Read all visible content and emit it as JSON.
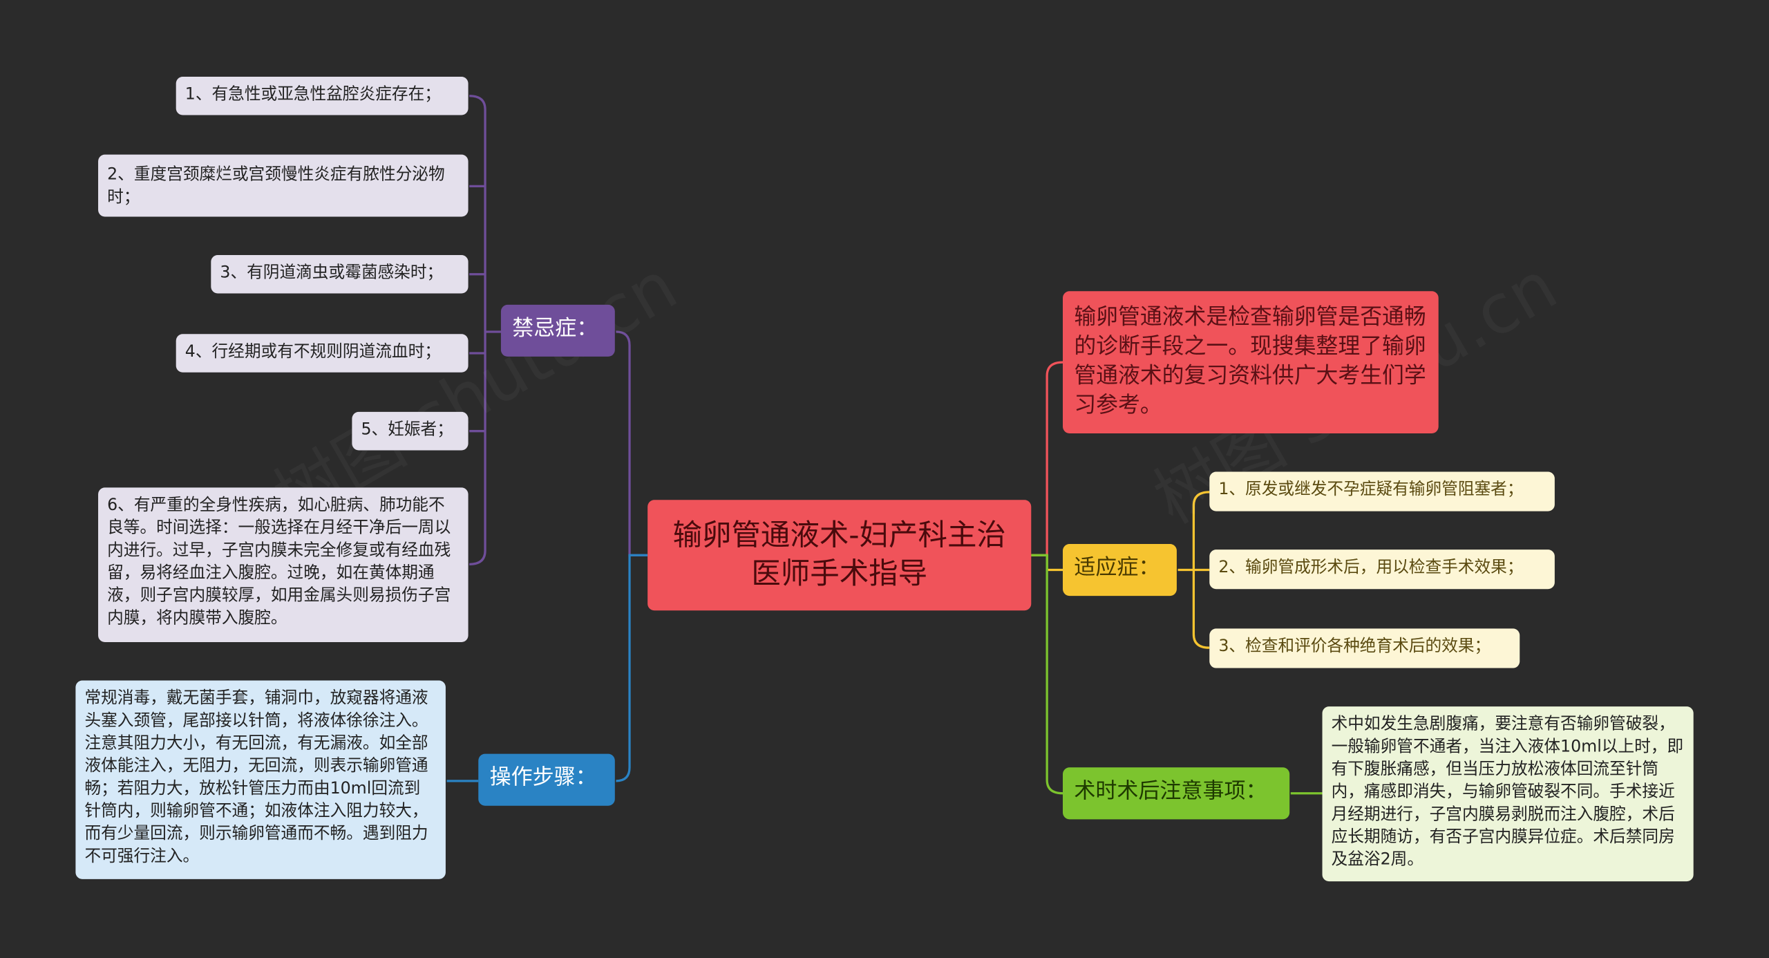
{
  "center": {
    "line1": "输卵管通液术-妇产科主治",
    "line2": "医师手术指导"
  },
  "intro": "输卵管通液术是检查输卵管是否通畅的诊断手段之一。现搜集整理了输卵管通液术的复习资料供广大考生们学习参考。",
  "contraindications": {
    "label": "禁忌症：",
    "items": [
      "1、有急性或亚急性盆腔炎症存在；",
      "2、重度宫颈糜烂或宫颈慢性炎症有脓性分泌物时；",
      "3、有阴道滴虫或霉菌感染时；",
      "4、行经期或有不规则阴道流血时；",
      "5、妊娠者；",
      "6、有严重的全身性疾病，如心脏病、肺功能不良等。时间选择：一般选择在月经干净后一周以内进行。过早，子宫内膜未完全修复或有经血残留，易将经血注入腹腔。过晚，如在黄体期通液，则子宫内膜较厚，如用金属头则易损伤子宫内膜，将内膜带入腹腔。"
    ]
  },
  "procedure": {
    "label": "操作步骤：",
    "text": "常规消毒，戴无菌手套，铺洞巾，放窥器将通液头塞入颈管，尾部接以针筒，将液体徐徐注入。注意其阻力大小，有无回流，有无漏液。如全部液体能注入，无阻力，无回流，则表示输卵管通畅；若阻力大，放松针管压力而由10ml回流到针筒内，则输卵管不通；如液体注入阻力较大，而有少量回流，则示输卵管通而不畅。遇到阻力不可强行注入。"
  },
  "indications": {
    "label": "适应症：",
    "items": [
      "1、原发或继发不孕症疑有输卵管阻塞者；",
      "2、输卵管成形术后，用以检查手术效果；",
      "3、检查和评价各种绝育术后的效果；"
    ]
  },
  "notes": {
    "label": "术时术后注意事项：",
    "text": "术中如发生急剧腹痛，要注意有否输卵管破裂，一般输卵管不通者，当注入液体10ml以上时，即有下腹胀痛感，但当压力放松液体回流至针筒内，痛感即消失，与输卵管破裂不同。手术接近月经期进行，子宫内膜易剥脱而注入腹腔，术后应长期随访，有否子宫内膜异位症。术后禁同房及盆浴2周。"
  },
  "colors": {
    "background": "#2b2b2b",
    "center": "#f0535a",
    "contra": "#6f4e9a",
    "procedure": "#2a83c4",
    "indication": "#f6c430",
    "notes": "#7cc42e"
  }
}
